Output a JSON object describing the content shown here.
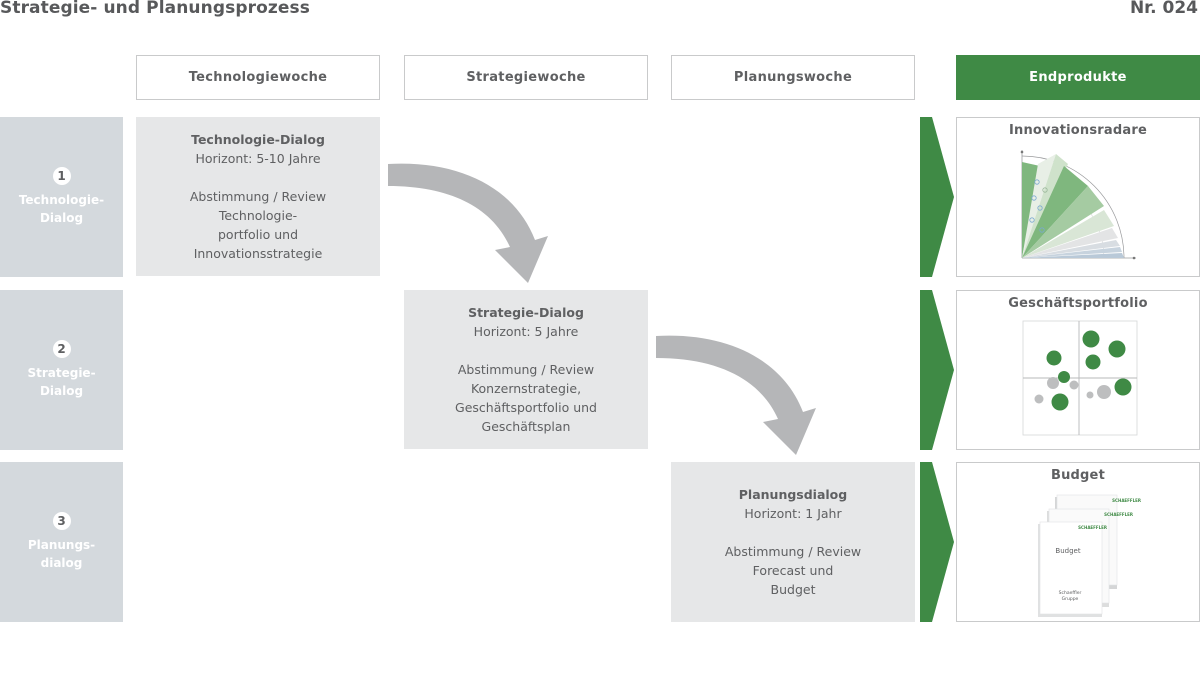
{
  "header": {
    "title": "Strategie- und Planungsprozess",
    "number": "Nr. 024"
  },
  "columns": [
    "Technologiewoche",
    "Strategiewoche",
    "Planungswoche",
    "Endprodukte"
  ],
  "rows": [
    {
      "number": "1",
      "label_line1": "Technologie-",
      "label_line2": "Dialog",
      "box": {
        "title": "Technologie-Dialog",
        "horizon": "Horizont: 5-10 Jahre",
        "lines": [
          "Abstimmung / Review",
          "Technologie-",
          "portfolio und",
          "Innovationsstrategie"
        ]
      },
      "product": "Innovationsradare"
    },
    {
      "number": "2",
      "label_line1": "Strategie-",
      "label_line2": "Dialog",
      "box": {
        "title": "Strategie-Dialog",
        "horizon": "Horizont: 5 Jahre",
        "lines": [
          "Abstimmung / Review",
          "Konzernstrategie,",
          "Geschäftsportfolio und",
          "Geschäftsplan"
        ]
      },
      "product": "Geschäftsportfolio"
    },
    {
      "number": "3",
      "label_line1": "Planungs-",
      "label_line2": "dialog",
      "box": {
        "title": "Planungsdialog",
        "horizon": "Horizont: 1 Jahr",
        "lines": [
          "Abstimmung / Review",
          "Forecast und",
          "Budget"
        ]
      },
      "product": "Budget"
    }
  ],
  "budget_doc": {
    "brand": "SCHAEFFLER",
    "title": "Budget",
    "footer_line1": "Schaeffler",
    "footer_line2": "Gruppe"
  },
  "colors": {
    "accent_green": "#3f8a45",
    "row_label_bg": "#d4d9dd",
    "dialog_bg": "#e6e7e8",
    "arrow_gray": "#b5b6b8"
  }
}
